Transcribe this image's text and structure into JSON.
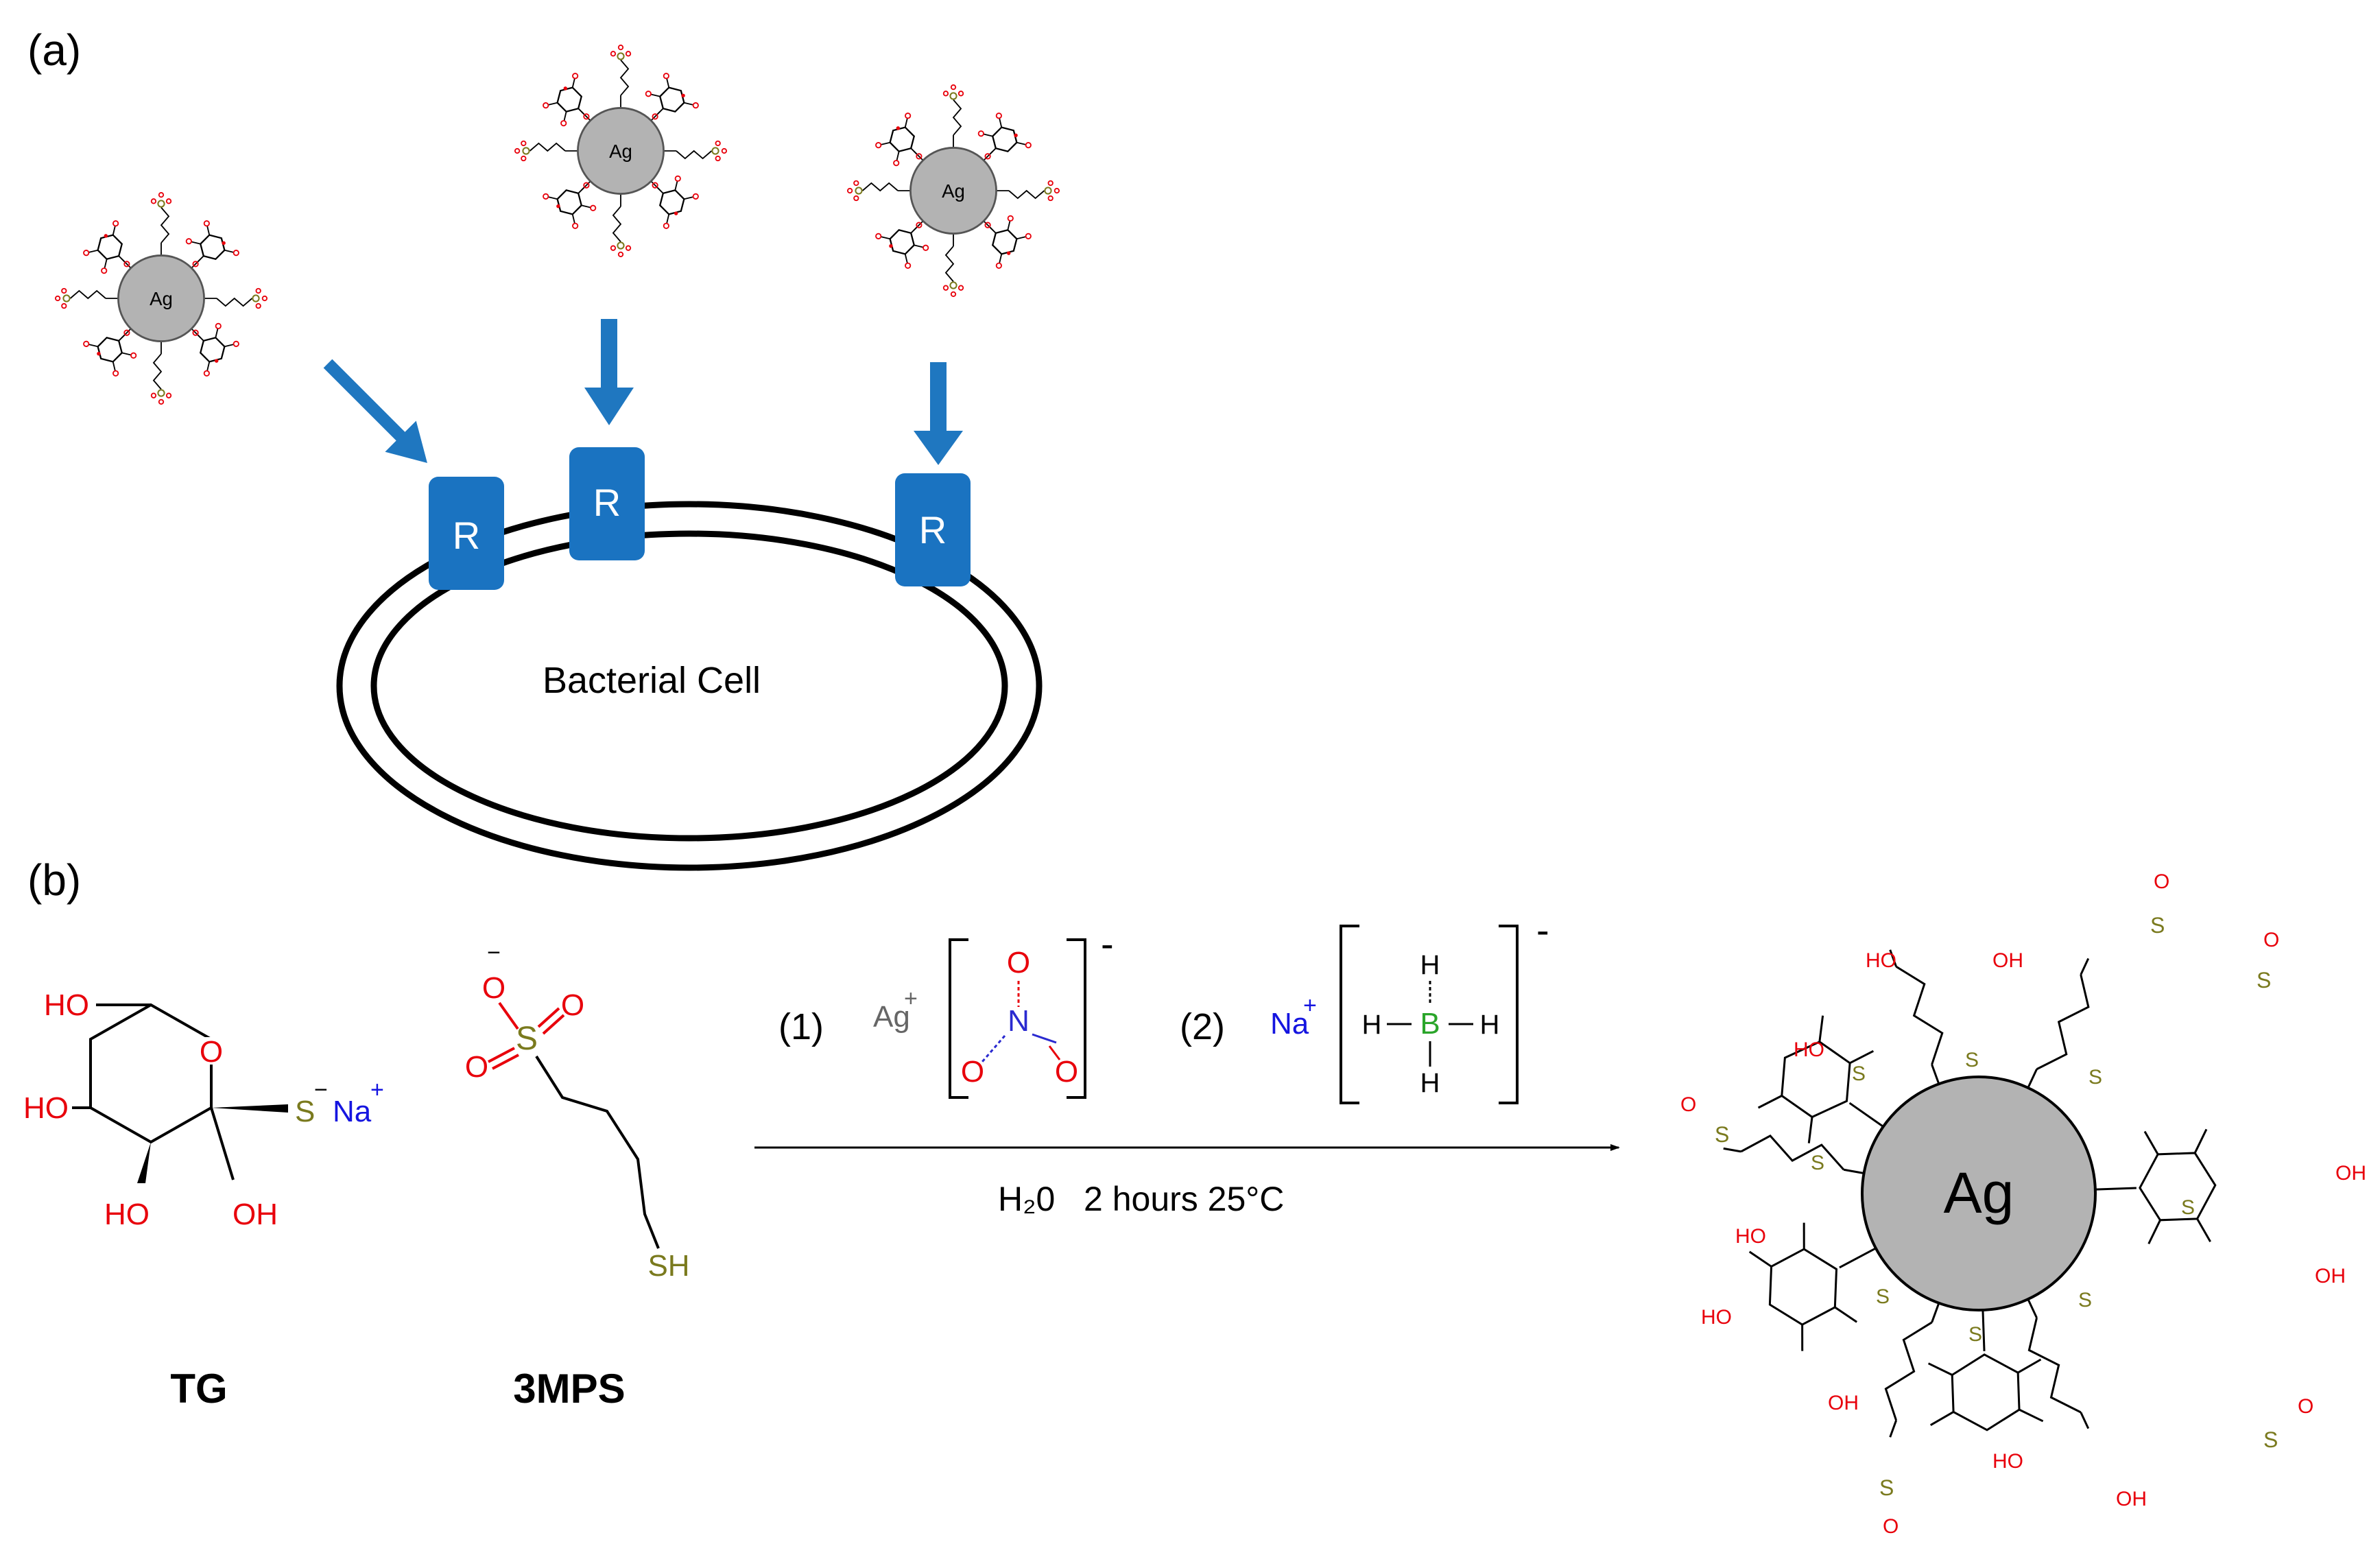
{
  "panel_a": {
    "label": "(a)",
    "nanoparticle_label": "Ag",
    "receptor_label": "R",
    "cell_label": "Bacterial Cell"
  },
  "panel_b": {
    "label": "(b)",
    "reagent1": {
      "step": "(1)",
      "cation": "Ag",
      "cation_charge": "+",
      "anion_charge": "-",
      "atoms": {
        "N": "N",
        "O": "O"
      }
    },
    "reagent2": {
      "step": "(2)",
      "cation": "Na",
      "cation_charge": "+",
      "anion_charge": "-",
      "atoms": {
        "B": "B",
        "H": "H"
      }
    },
    "conditions": "H₂0   2 hours 25°C",
    "tg": {
      "name": "TG",
      "atoms": {
        "HO": "HO",
        "OH": "OH",
        "O": "O",
        "S": "S",
        "S_charge": "−",
        "Na": "Na",
        "Na_charge": "+"
      }
    },
    "mps": {
      "name": "3MPS",
      "atoms": {
        "S": "S",
        "O": "O",
        "O_charge": "−",
        "SH": "SH"
      }
    },
    "product": {
      "core_label": "Ag",
      "atoms": {
        "S": "S",
        "O": "O",
        "HO": "HO",
        "OH": "OH"
      }
    }
  },
  "colors": {
    "arrow_blue": "#1f77c0",
    "receptor_blue": "#1a73c1",
    "ag_gray": "#b3b3b3",
    "oxygen_red": "#e8000b",
    "sulfur_olive": "#7a7a1e",
    "nitrogen_blue": "#2a2ad0",
    "sodium_blue": "#1515e0",
    "boron_green": "#2aa52a"
  }
}
